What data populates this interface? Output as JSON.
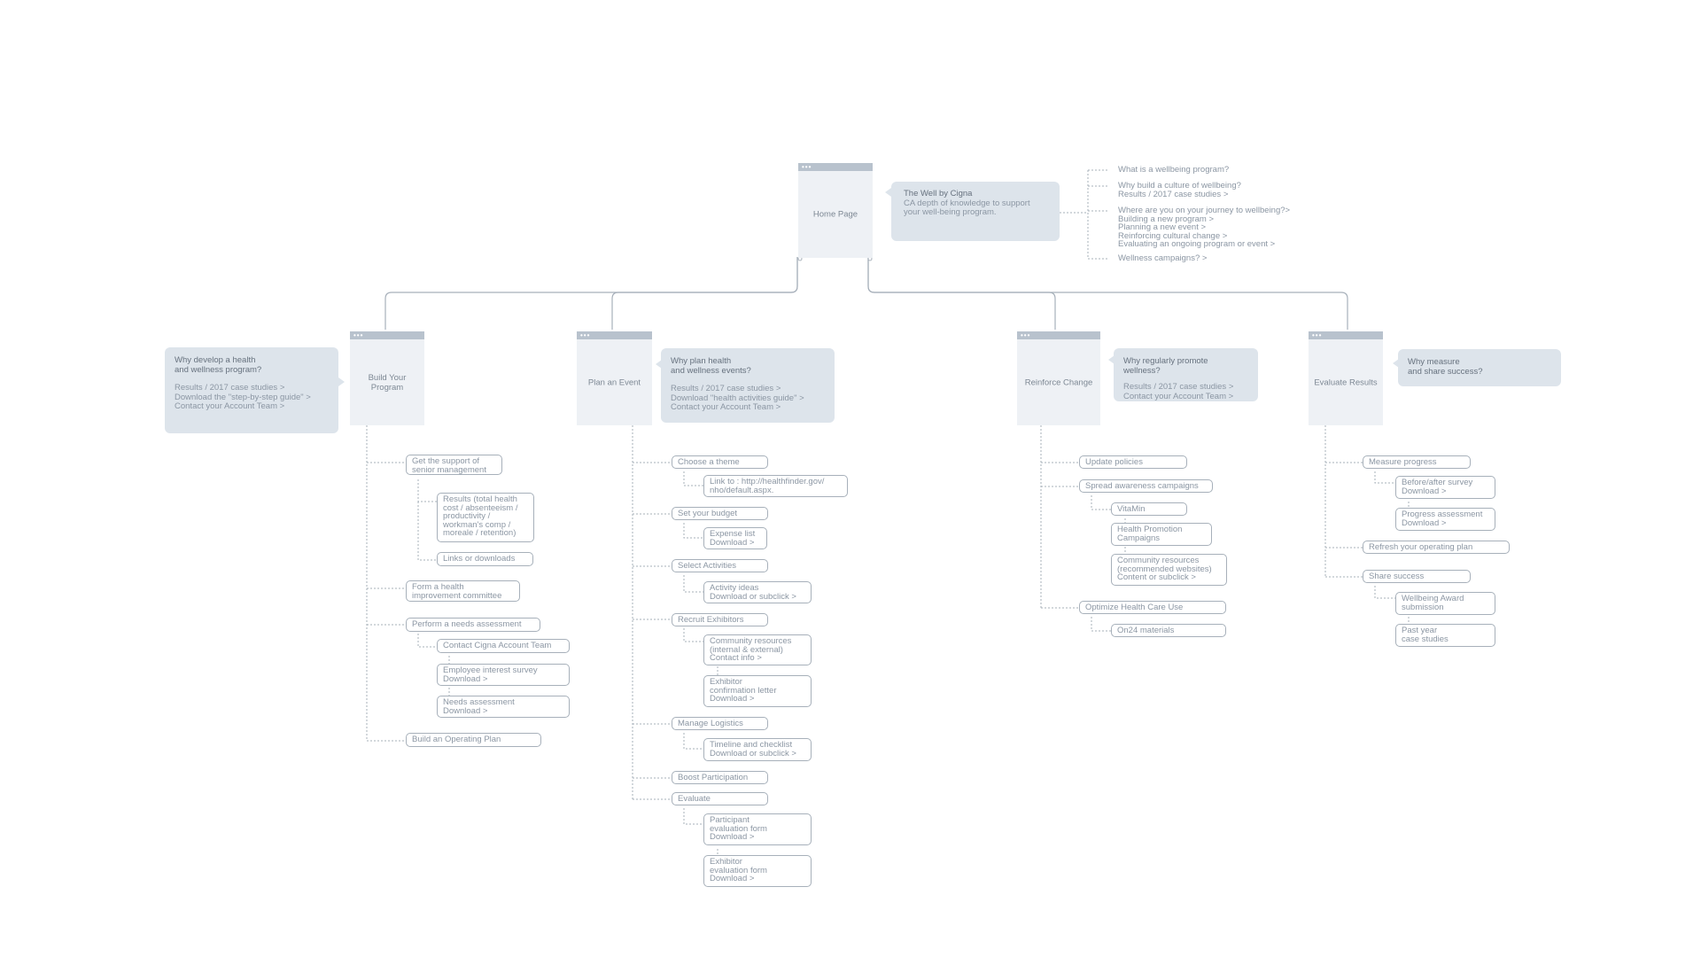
{
  "colors": {
    "page_header": "#b8c2cd",
    "page_body": "#eef1f5",
    "callout": "#dde4eb",
    "text": "#8b96a3",
    "line": "#a7b0ba"
  },
  "home": {
    "title": "Home Page",
    "callout_title": "The Well by Cigna",
    "callout_text": "CA depth of knowledge to support your well-being program."
  },
  "faq": [
    "What is a wellbeing program?",
    "Why build a culture of wellbeing?\nResults / 2017 case studies >",
    "Where are you on your journey to wellbeing?>\nBuilding a new program >\nPlanning a new event >\nReinforcing cultural change >\nEvaluating an ongoing program or event >",
    "Wellness campaigns? >"
  ],
  "sections": {
    "build": {
      "title": "Build Your Program",
      "callout_title": "Why develop a health\nand wellness program?",
      "callout_links": [
        "Results / 2017 case studies >",
        "Download the \"step-by-step guide\" >",
        "Contact your Account Team >"
      ],
      "items": [
        "Get the support of\nsenior management",
        "Results (total health\ncost / absenteeism /\nproductivity /\nworkman's comp /\nmoreale / retention)",
        "Links or downloads",
        "Form a health\nimprovement committee",
        "Perform a needs assessment",
        "Contact Cigna Account Team",
        "Employee interest survey\nDownload >",
        "Needs assessment\nDownload >",
        "Build an Operating Plan"
      ]
    },
    "plan": {
      "title": "Plan an Event",
      "callout_title": "Why plan health\nand wellness events?",
      "callout_links": [
        "Results / 2017 case studies >",
        "Download \"health activities guide\" >",
        "Contact your Account Team >"
      ],
      "items": [
        "Choose a theme",
        "Link to : http://healthfinder.gov/\nnho/default.aspx.",
        "Set your budget",
        "Expense list\nDownload >",
        "Select Activities",
        "Activity ideas\nDownload or subclick >",
        "Recruit Exhibitors",
        "Community resources\n(internal & external)\nContact info >",
        "Exhibitor\nconfirmation letter\nDownload >",
        "Manage Logistics",
        "Timeline and checklist\nDownload or subclick >",
        "Boost Participation",
        "Evaluate",
        "Participant\nevaluation form\nDownload >",
        "Exhibitor\nevaluation form\nDownload >"
      ]
    },
    "reinforce": {
      "title": "Reinforce Change",
      "callout_title": "Why regularly promote\nwellness?",
      "callout_links": [
        "Results / 2017 case studies >",
        "Contact your Account Team >"
      ],
      "items": [
        "Update policies",
        "Spread awareness campaigns",
        "VitaMin",
        "Health Promotion\nCampaigns",
        "Community resources\n(recommended websites)\nContent or subclick >",
        "Optimize Health Care Use",
        "On24 materials"
      ]
    },
    "evaluate": {
      "title": "Evaluate Results",
      "callout_title": "Why measure\nand share success?",
      "items": [
        "Measure progress",
        "Before/after survey\nDownload >",
        "Progress assessment\nDownload >",
        "Refresh your operating plan",
        "Share success",
        "Wellbeing Award\nsubmission",
        "Past year\ncase studies"
      ]
    }
  }
}
